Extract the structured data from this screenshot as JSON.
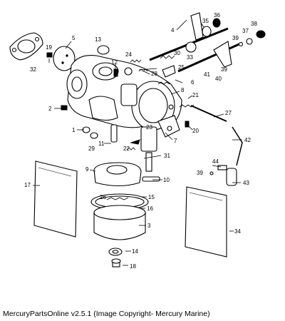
{
  "caption": "MercuryPartsOnline v2.5.1 (Image Copyright- Mercury Marine)",
  "callouts": {
    "c1": "1",
    "c2": "2",
    "c3": "3",
    "c4": "4",
    "c5": "5",
    "c6": "6",
    "c7": "7",
    "c8": "8",
    "c9": "9",
    "c10": "10",
    "c11": "11",
    "c12": "12",
    "c13": "13",
    "c14": "14",
    "c15": "15",
    "c16": "16",
    "c17": "17",
    "c18": "18",
    "c19": "19",
    "c20": "20",
    "c21": "21",
    "c22": "22",
    "c23": "23",
    "c24": "24",
    "c25": "25",
    "c26": "26",
    "c27": "27",
    "c28": "28",
    "c29": "29",
    "c30": "30",
    "c31": "31",
    "c32": "32",
    "c33": "33",
    "c34": "34",
    "c35": "35",
    "c36": "36",
    "c37": "37",
    "c38": "38",
    "c39a": "39",
    "c39b": "39",
    "c39c": "39",
    "c40": "40",
    "c41": "41",
    "c42": "42",
    "c43": "43",
    "c44": "44"
  }
}
